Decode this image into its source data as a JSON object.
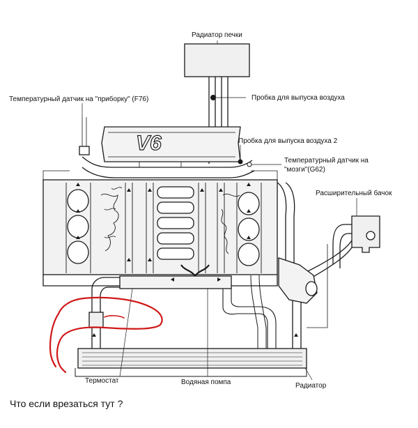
{
  "labels": {
    "heater_radiator": "Радиатор печки",
    "sensor_gauge": "Температурный датчик на \"приборку\" (F76)",
    "bleed_plug_1": "Пробка для выпуска воздуха",
    "bleed_plug_2": "Пробка для выпуска воздуха 2",
    "sensor_ecu_line1": "Температурный датчик на",
    "sensor_ecu_line2": "\"мозги\"(G62)",
    "expansion_tank": "Расширительный бачок",
    "thermostat": "Термостат",
    "water_pump": "Водяная помпа",
    "radiator": "Радиатор",
    "engine_badge": "V6"
  },
  "question": "Что если врезаться тут ?",
  "colors": {
    "line": "#1a1a1a",
    "fill": "#eeeeee",
    "annotation": "#d01818"
  }
}
